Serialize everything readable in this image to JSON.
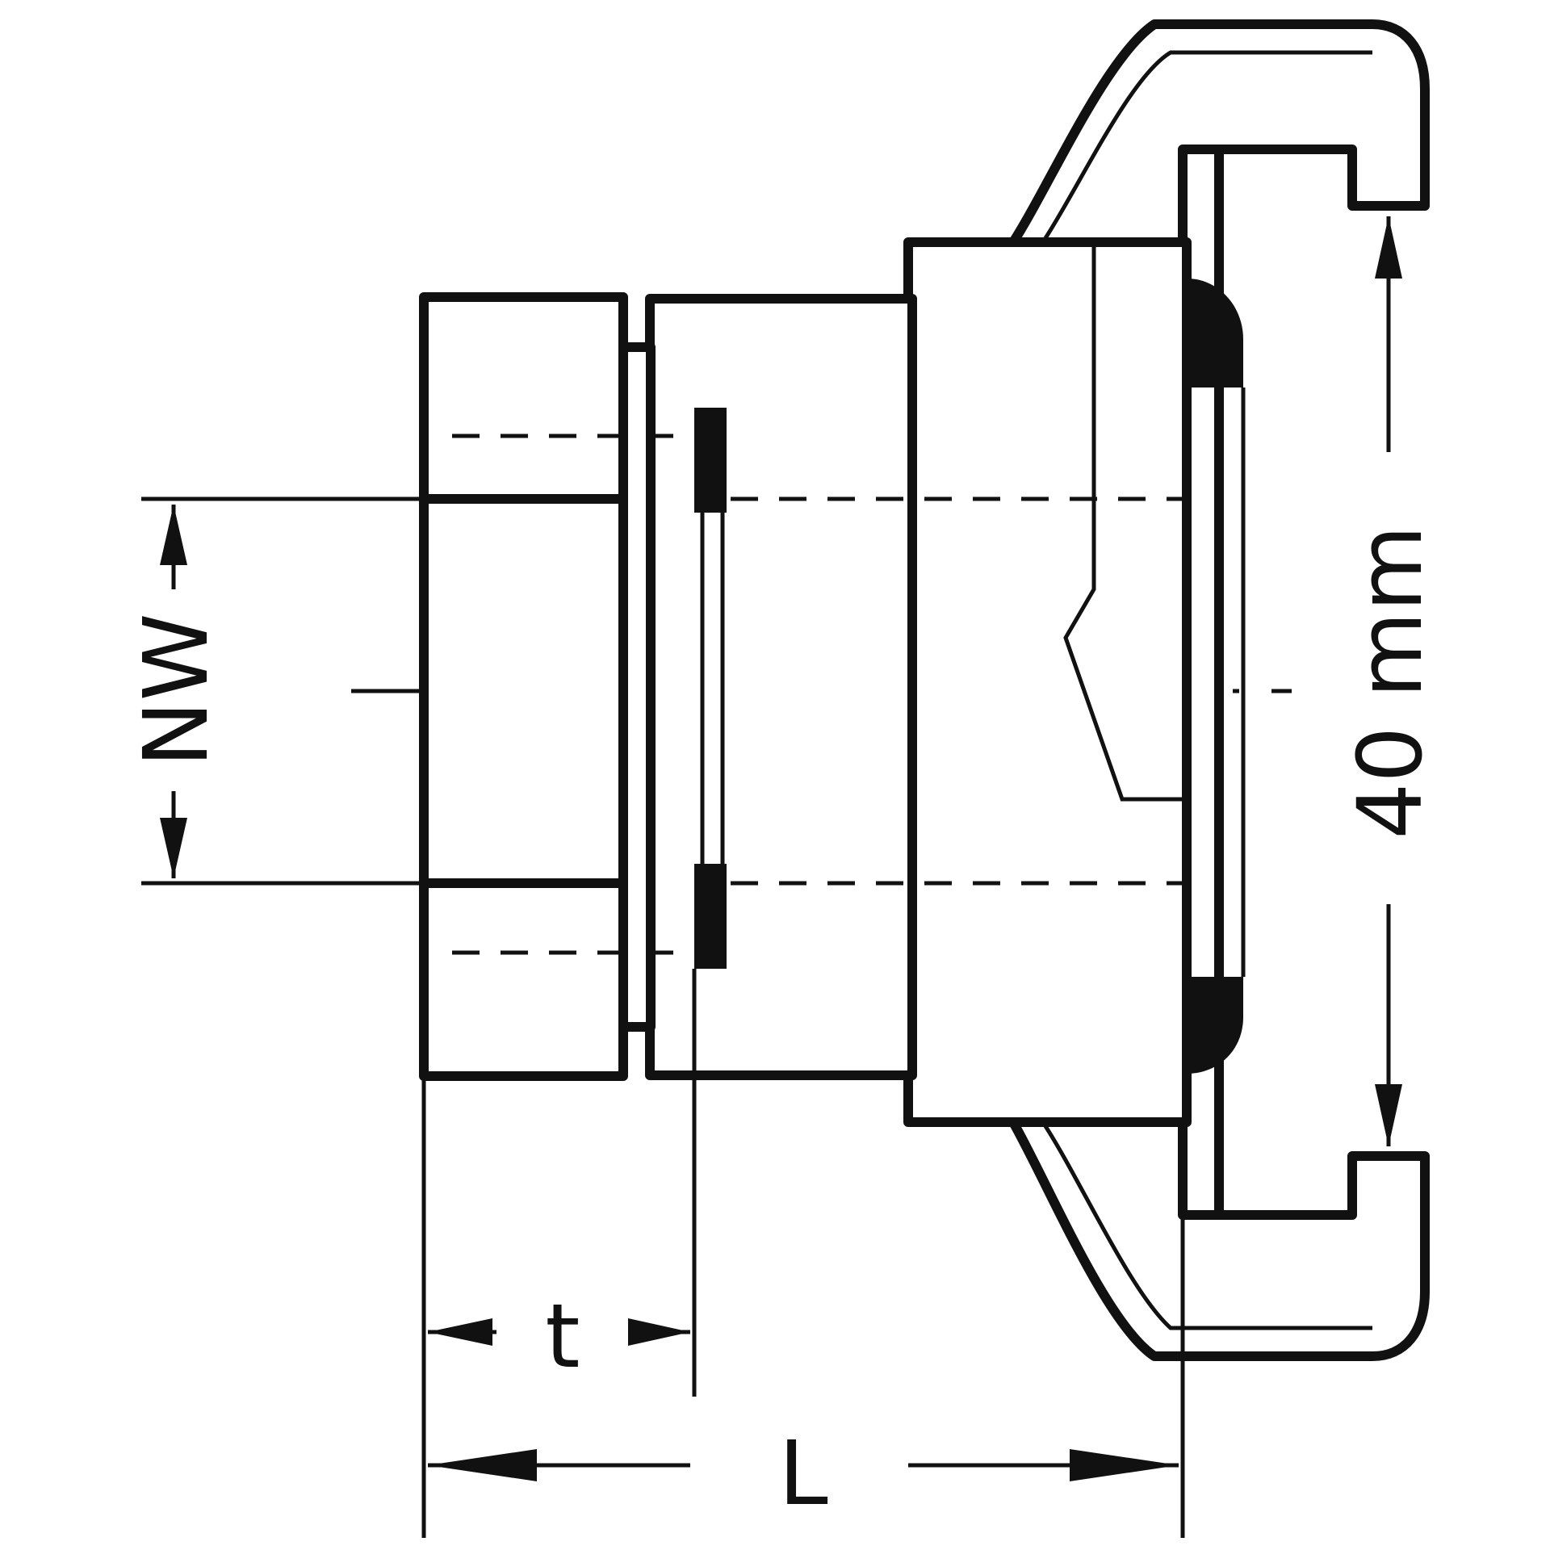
{
  "labels": {
    "nominal_width": "NW",
    "jaw_distance": "40 mm",
    "thread_depth": "t",
    "overall_length": "L"
  },
  "colors": {
    "line": "#111111",
    "background": "#ffffff"
  }
}
